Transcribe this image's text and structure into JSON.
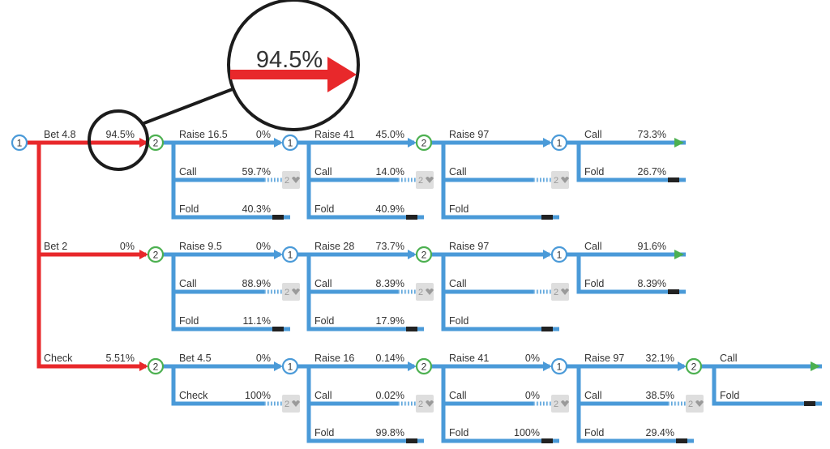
{
  "colors": {
    "red": "#e8282b",
    "blue": "#4a9ad8",
    "green": "#4cb050",
    "terminal": "#222222",
    "node_p1": "#4a9ad8",
    "node_p2": "#4cb050",
    "grey_box": "#dedede"
  },
  "zoom": {
    "percent": "94.5%"
  },
  "root": {
    "label": "1"
  },
  "actions": [
    {
      "label": "Bet 4.8",
      "pct": "94.5%",
      "node": "2"
    },
    {
      "label": "Bet 2",
      "pct": "0%",
      "node": "2"
    },
    {
      "label": "Check",
      "pct": "5.51%",
      "node": "2"
    }
  ],
  "row1": {
    "c1": [
      {
        "label": "Raise 16.5",
        "pct": "0%",
        "node": "1"
      },
      {
        "label": "Call",
        "pct": "59.7%",
        "next": "2"
      },
      {
        "label": "Fold",
        "pct": "40.3%"
      }
    ],
    "c2": [
      {
        "label": "Raise 41",
        "pct": "45.0%",
        "node": "2"
      },
      {
        "label": "Call",
        "pct": "14.0%",
        "next": "2"
      },
      {
        "label": "Fold",
        "pct": "40.9%"
      }
    ],
    "c3": [
      {
        "label": "Raise 97",
        "pct": "",
        "node": "1"
      },
      {
        "label": "Call",
        "pct": "",
        "next": "2"
      },
      {
        "label": "Fold",
        "pct": ""
      }
    ],
    "c4": [
      {
        "label": "Call",
        "pct": "73.3%"
      },
      {
        "label": "Fold",
        "pct": "26.7%"
      }
    ]
  },
  "row2": {
    "c1": [
      {
        "label": "Raise 9.5",
        "pct": "0%",
        "node": "1"
      },
      {
        "label": "Call",
        "pct": "88.9%",
        "next": "2"
      },
      {
        "label": "Fold",
        "pct": "11.1%"
      }
    ],
    "c2": [
      {
        "label": "Raise 28",
        "pct": "73.7%",
        "node": "2"
      },
      {
        "label": "Call",
        "pct": "8.39%",
        "next": "2"
      },
      {
        "label": "Fold",
        "pct": "17.9%"
      }
    ],
    "c3": [
      {
        "label": "Raise 97",
        "pct": "",
        "node": "1"
      },
      {
        "label": "Call",
        "pct": "",
        "next": "2"
      },
      {
        "label": "Fold",
        "pct": ""
      }
    ],
    "c4": [
      {
        "label": "Call",
        "pct": "91.6%"
      },
      {
        "label": "Fold",
        "pct": "8.39%"
      }
    ]
  },
  "row3": {
    "c1": [
      {
        "label": "Bet 4.5",
        "pct": "0%",
        "node": "1"
      },
      {
        "label": "Check",
        "pct": "100%",
        "next": "2"
      }
    ],
    "c2": [
      {
        "label": "Raise 16",
        "pct": "0.14%",
        "node": "2"
      },
      {
        "label": "Call",
        "pct": "0.02%",
        "next": "2"
      },
      {
        "label": "Fold",
        "pct": "99.8%"
      }
    ],
    "c3": [
      {
        "label": "Raise 41",
        "pct": "0%",
        "node": "1"
      },
      {
        "label": "Call",
        "pct": "0%",
        "next": "2"
      },
      {
        "label": "Fold",
        "pct": "100%"
      }
    ],
    "c4": [
      {
        "label": "Raise 97",
        "pct": "32.1%",
        "node": "2"
      },
      {
        "label": "Call",
        "pct": "38.5%",
        "next": "2"
      },
      {
        "label": "Fold",
        "pct": "29.4%"
      }
    ],
    "c5": [
      {
        "label": "Call",
        "pct": ""
      },
      {
        "label": "Fold",
        "pct": ""
      }
    ]
  }
}
